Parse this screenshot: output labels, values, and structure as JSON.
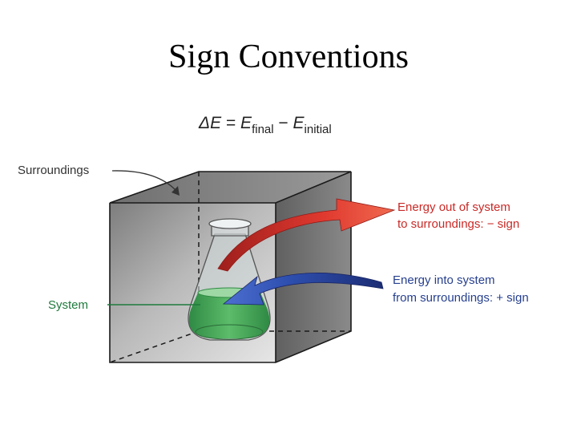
{
  "title": "Sign Conventions",
  "equation": {
    "delta_e": "ΔE",
    "equals": " = ",
    "e_final": "E",
    "final_sub": "final",
    "minus": " − ",
    "e_initial": "E",
    "initial_sub": "initial"
  },
  "labels": {
    "surroundings": "Surroundings",
    "system": "System",
    "energy_out_line1": "Energy out of system",
    "energy_out_line2": "to surroundings: − sign",
    "energy_in_line1": "Energy into system",
    "energy_in_line2": "from surroundings: + sign"
  },
  "colors": {
    "energy_out_arrow": "#d8312c",
    "energy_in_arrow": "#2c44a0",
    "system_liquid": "#3aa04f",
    "system_label": "#1f7a3d",
    "box_gray": "#8c8c8c"
  }
}
